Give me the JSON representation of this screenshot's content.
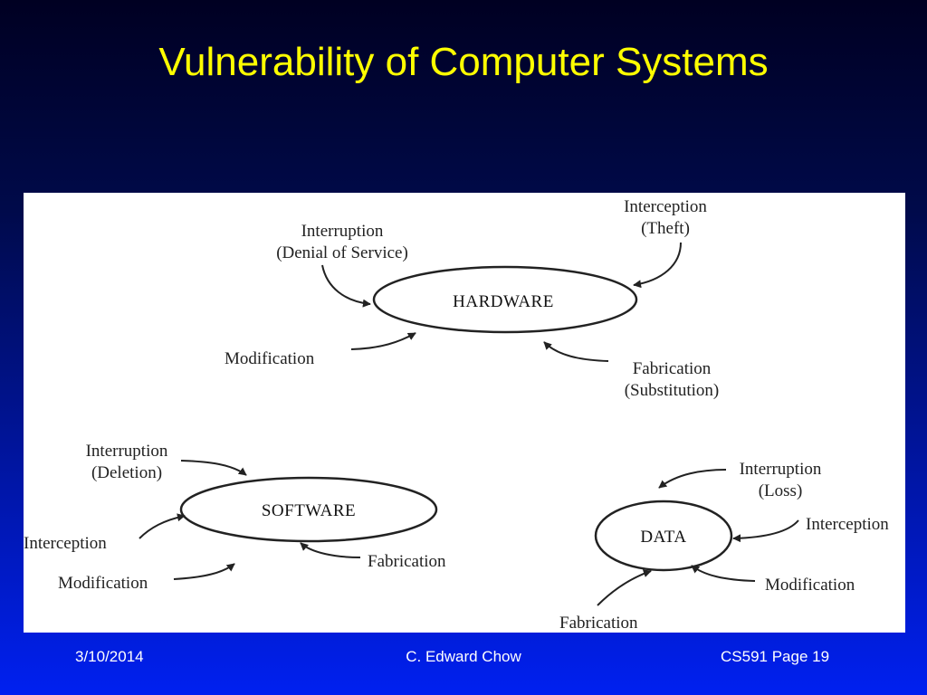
{
  "slide": {
    "title": "Vulnerability of Computer Systems"
  },
  "diagram": {
    "hardware": {
      "label": "HARDWARE",
      "interruption": [
        "Interruption",
        "(Denial of Service)"
      ],
      "interception": [
        "Interception",
        "(Theft)"
      ],
      "modification": "Modification",
      "fabrication": [
        "Fabrication",
        "(Substitution)"
      ]
    },
    "software": {
      "label": "SOFTWARE",
      "interruption": [
        "Interruption",
        "(Deletion)"
      ],
      "interception": "Interception",
      "modification": "Modification",
      "fabrication": "Fabrication"
    },
    "data": {
      "label": "DATA",
      "interruption": [
        "Interruption",
        "(Loss)"
      ],
      "interception": "Interception",
      "modification": "Modification",
      "fabrication": "Fabrication"
    }
  },
  "footer": {
    "date": "3/10/2014",
    "author": "C. Edward Chow",
    "page": "CS591 Page 19"
  }
}
